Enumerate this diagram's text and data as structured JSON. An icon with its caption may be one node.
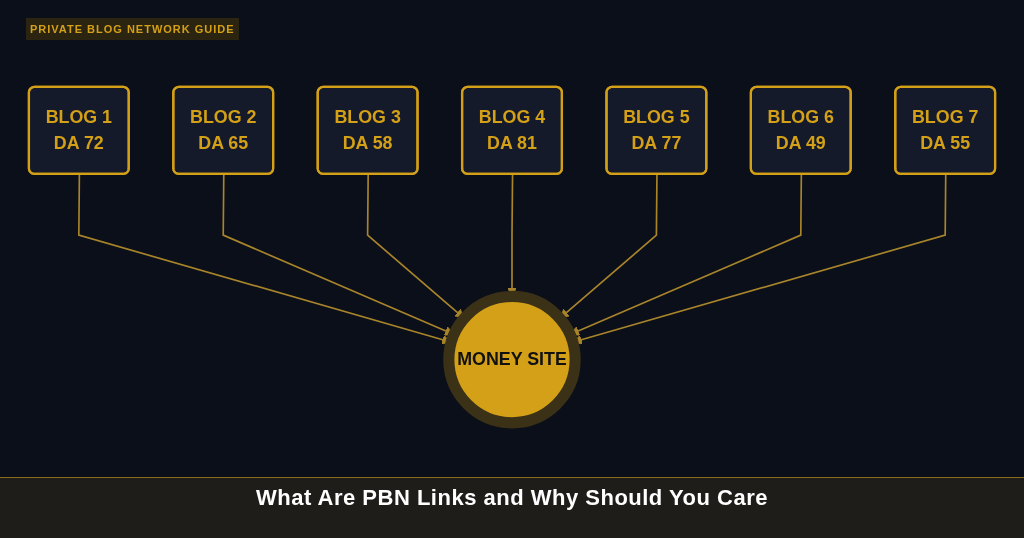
{
  "diagram": {
    "title": "What Are PBN Links and Why Should You Care",
    "nodes": [
      {
        "text": [
          "BLOG 1",
          "DA 72"
        ]
      },
      {
        "text": [
          "BLOG 2",
          "DA 65"
        ]
      },
      {
        "text": [
          "BLOG 3",
          "DA 58"
        ]
      },
      {
        "text": [
          "BLOG 4",
          "DA 81"
        ]
      },
      {
        "text": [
          "BLOG 5",
          "DA 77"
        ]
      },
      {
        "text": [
          "BLOG 6",
          "DA 49"
        ]
      },
      {
        "text": [
          "BLOG 7",
          "DA 55"
        ]
      },
      {
        "text": [
          "MONEY SITE"
        ]
      }
    ],
    "edges": [
      {
        "from": 0,
        "to": 7,
        "arrow": "to"
      },
      {
        "from": 1,
        "to": 7,
        "arrow": "to"
      },
      {
        "from": 2,
        "to": 7,
        "arrow": "to"
      },
      {
        "from": 3,
        "to": 7,
        "arrow": "to"
      },
      {
        "from": 4,
        "to": 7,
        "arrow": "to"
      },
      {
        "from": 5,
        "to": 7,
        "arrow": "to"
      },
      {
        "from": 6,
        "to": 7,
        "arrow": "to"
      }
    ],
    "labels": [
      "PRIVATE BLOG NETWORK GUIDE"
    ]
  }
}
